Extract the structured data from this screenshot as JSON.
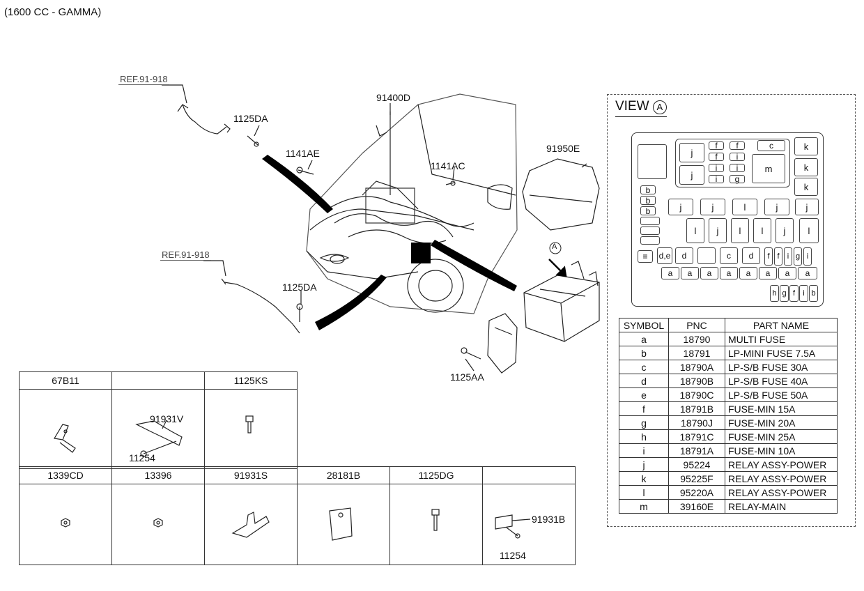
{
  "header": {
    "engine": "(1600 CC - GAMMA)"
  },
  "callouts": {
    "ref_top": "REF.91-918",
    "ref_mid": "REF.91-918",
    "c_1125DA_top": "1125DA",
    "c_1141AE": "1141AE",
    "c_91400D": "91400D",
    "c_1141AC": "1141AC",
    "c_91950E": "91950E",
    "c_1125DA_mid": "1125DA",
    "c_1125AA": "1125AA",
    "marker_A": "A"
  },
  "parts_row1": [
    {
      "header": "67B11",
      "labels": []
    },
    {
      "header": "",
      "labels": [
        "91931V",
        "11254"
      ]
    },
    {
      "header": "1125KS",
      "labels": []
    }
  ],
  "parts_row2": [
    {
      "header": "1339CD",
      "labels": []
    },
    {
      "header": "13396",
      "labels": []
    },
    {
      "header": "91931S",
      "labels": []
    },
    {
      "header": "28181B",
      "labels": []
    },
    {
      "header": "1125DG",
      "labels": []
    },
    {
      "header": "",
      "labels": [
        "91931B",
        "11254"
      ]
    }
  ],
  "view": {
    "title": "VIEW",
    "marker": "A"
  },
  "symbol_table": {
    "headers": [
      "SYMBOL",
      "PNC",
      "PART NAME"
    ],
    "rows": [
      [
        "a",
        "18790",
        "MULTI FUSE"
      ],
      [
        "b",
        "18791",
        "LP-MINI FUSE 7.5A"
      ],
      [
        "c",
        "18790A",
        "LP-S/B FUSE 30A"
      ],
      [
        "d",
        "18790B",
        "LP-S/B FUSE 40A"
      ],
      [
        "e",
        "18790C",
        "LP-S/B FUSE 50A"
      ],
      [
        "f",
        "18791B",
        "FUSE-MIN 15A"
      ],
      [
        "g",
        "18790J",
        "FUSE-MIN 20A"
      ],
      [
        "h",
        "18791C",
        "FUSE-MIN 25A"
      ],
      [
        "i",
        "18791A",
        "FUSE-MIN 10A"
      ],
      [
        "j",
        "95224",
        "RELAY ASSY-POWER"
      ],
      [
        "k",
        "95225F",
        "RELAY ASSY-POWER"
      ],
      [
        "l",
        "95220A",
        "RELAY ASSY-POWER"
      ],
      [
        "m",
        "39160E",
        "RELAY-MAIN"
      ]
    ]
  },
  "fusebox_labels": {
    "j1": "j",
    "j2": "j",
    "m": "m",
    "c_top": "c",
    "k1": "k",
    "k2": "k",
    "k3": "k",
    "f1": "f",
    "f2": "f",
    "f3": "f",
    "i1": "i",
    "i2": "i",
    "i3": "i",
    "g1": "g",
    "i4": "i",
    "b1": "b",
    "b2": "b",
    "b3": "b",
    "j3": "j",
    "j4": "j",
    "l1": "l",
    "j5": "j",
    "j6": "j",
    "l2": "l",
    "j7": "j",
    "l3": "l",
    "l4": "l",
    "j8": "j",
    "l5": "l",
    "de": "d,e",
    "d1": "d",
    "c1": "c",
    "d2": "d",
    "f4": "f",
    "f5": "f",
    "i5": "i",
    "g2": "g",
    "i6": "i",
    "a1": "a",
    "a2": "a",
    "a3": "a",
    "a4": "a",
    "a5": "a",
    "a6": "a",
    "a7": "a",
    "a8": "a",
    "h1": "h",
    "g3": "g",
    "f6": "f",
    "i7": "i",
    "b4": "b"
  }
}
